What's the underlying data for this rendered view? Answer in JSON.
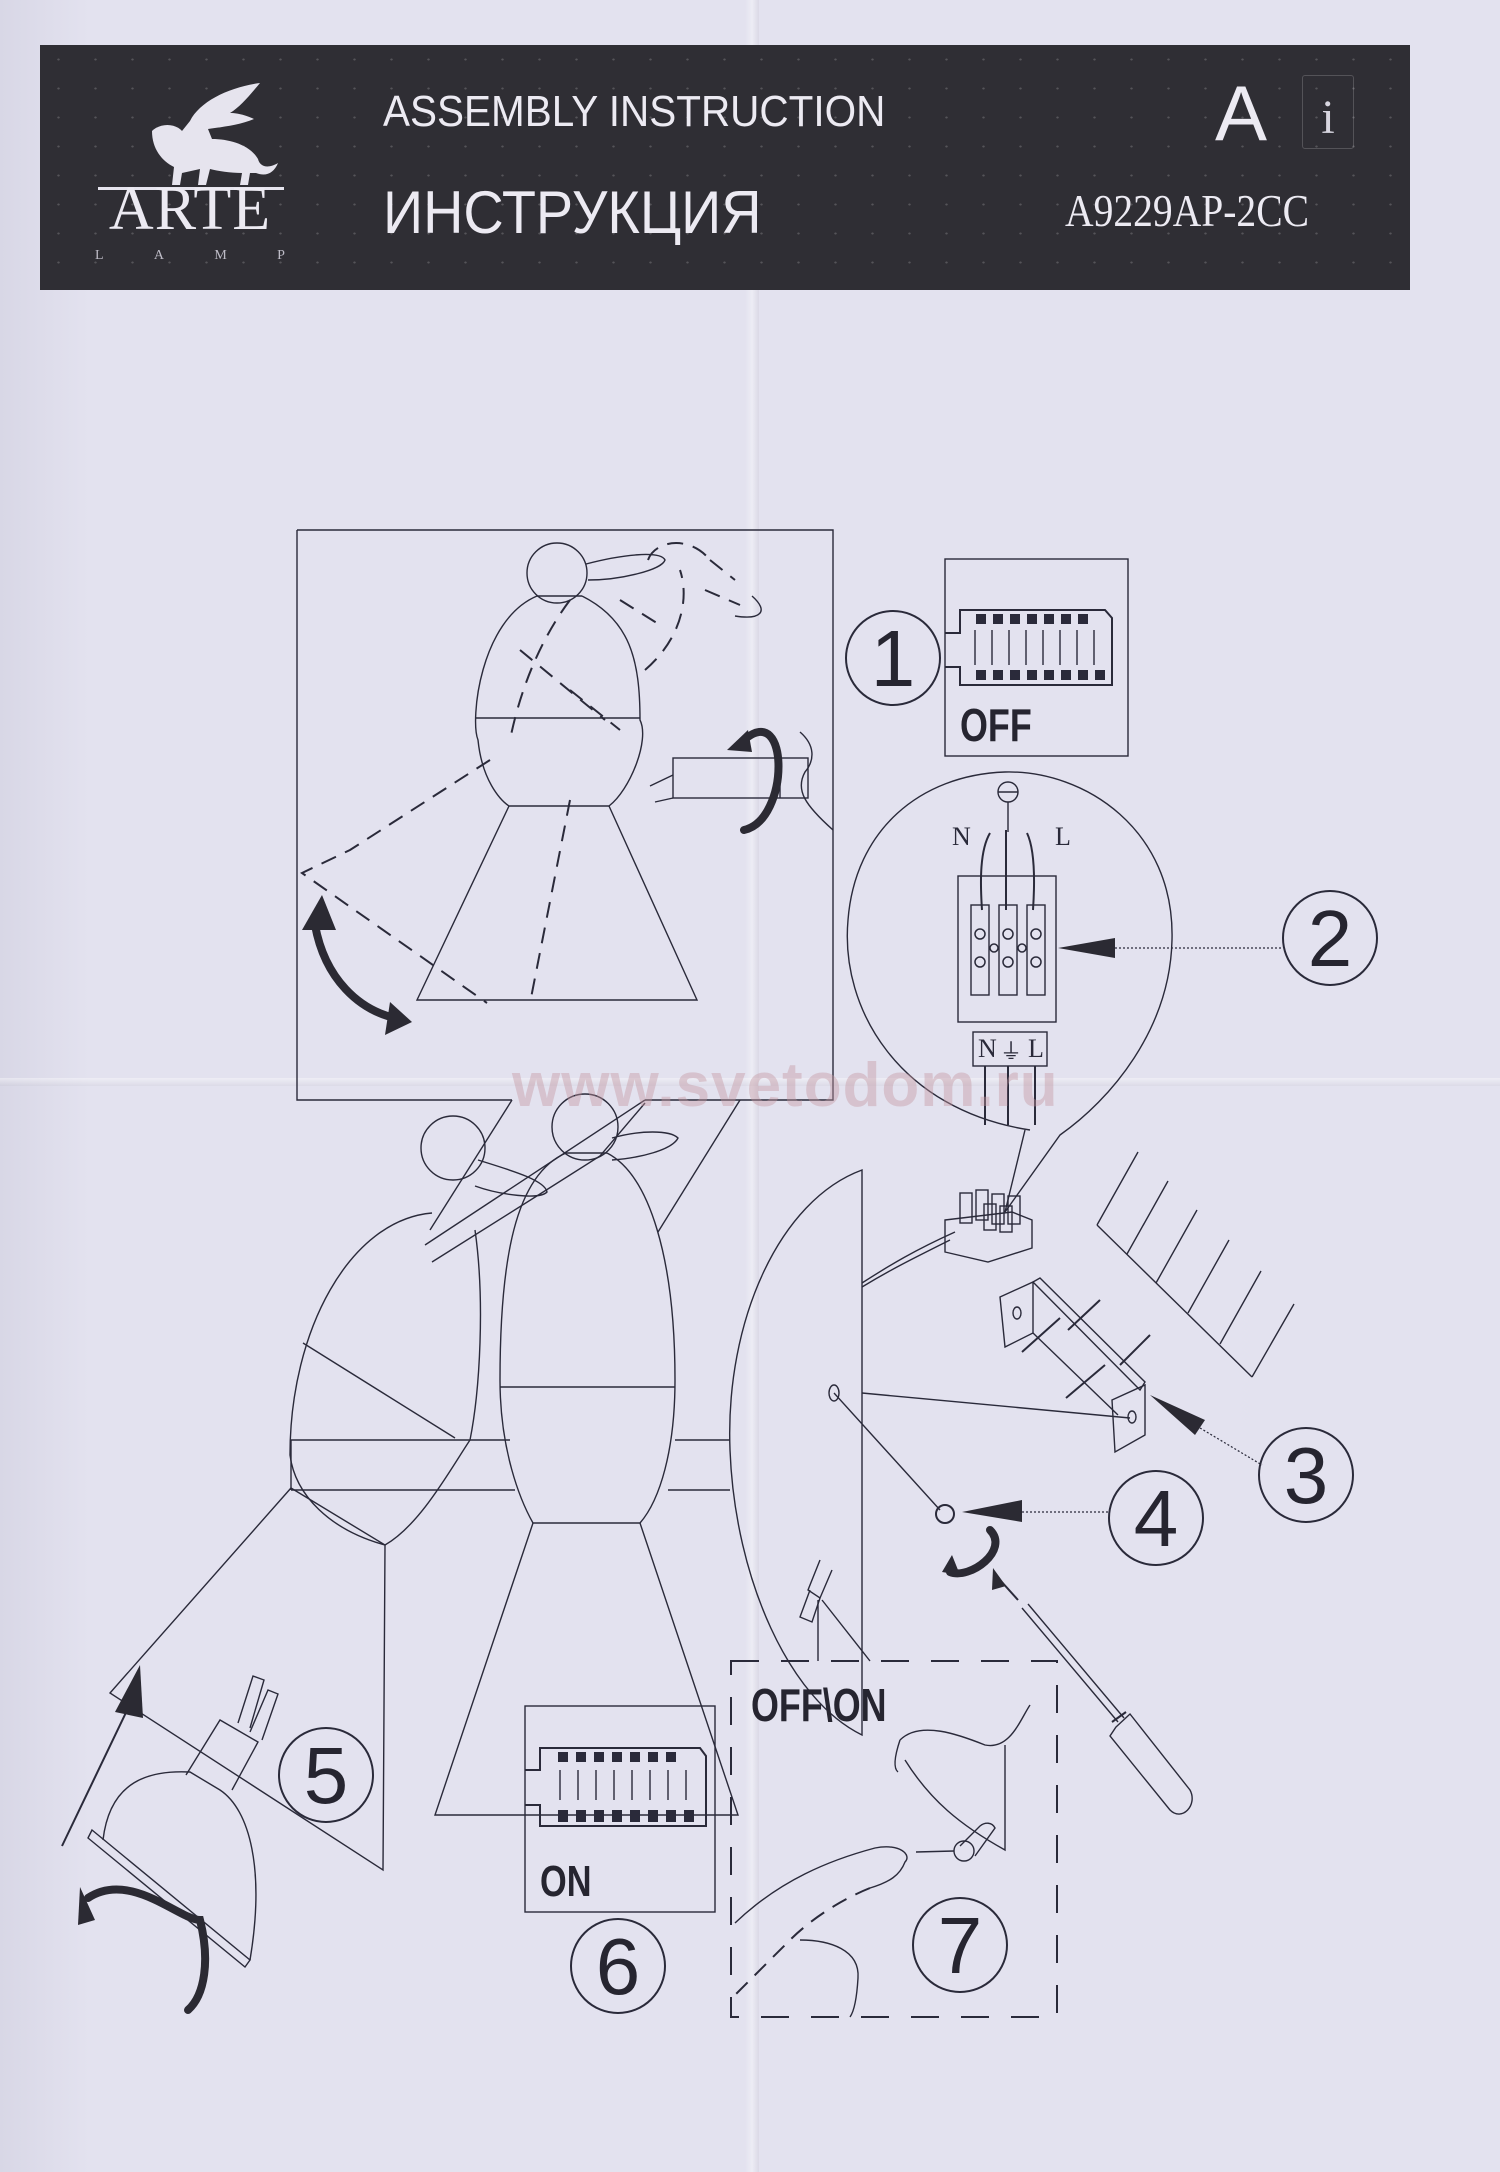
{
  "header": {
    "brand_name": "ARTE",
    "brand_sub": [
      "L",
      "A",
      "M",
      "P"
    ],
    "title_en": "ASSEMBLY INSTRUCTION",
    "title_ru": "ИНСТРУКЦИЯ",
    "badge_letter": "A",
    "info_icon": "i",
    "model": "A9229AP-2CC"
  },
  "steps": [
    {
      "number": "1",
      "label": "OFF",
      "description": "terminal-block-off"
    },
    {
      "number": "2",
      "wire_labels": {
        "neutral": "N",
        "live": "L",
        "earth": "⏚"
      },
      "terminal_label": [
        "N",
        "⏚",
        "L"
      ]
    },
    {
      "number": "3",
      "description": "mounting-bracket"
    },
    {
      "number": "4",
      "description": "fixing-screw"
    },
    {
      "number": "5",
      "description": "bulb"
    },
    {
      "number": "6",
      "label": "ON",
      "description": "terminal-block-on"
    },
    {
      "number": "7",
      "label": "OFF\\ON",
      "description": "switch"
    }
  ],
  "watermark": "www.svetodom.ru",
  "colors": {
    "paper": "#e3e2ef",
    "banner": "#2f2e34",
    "ink": "#2a2a3a",
    "watermark": "#c396a0"
  }
}
